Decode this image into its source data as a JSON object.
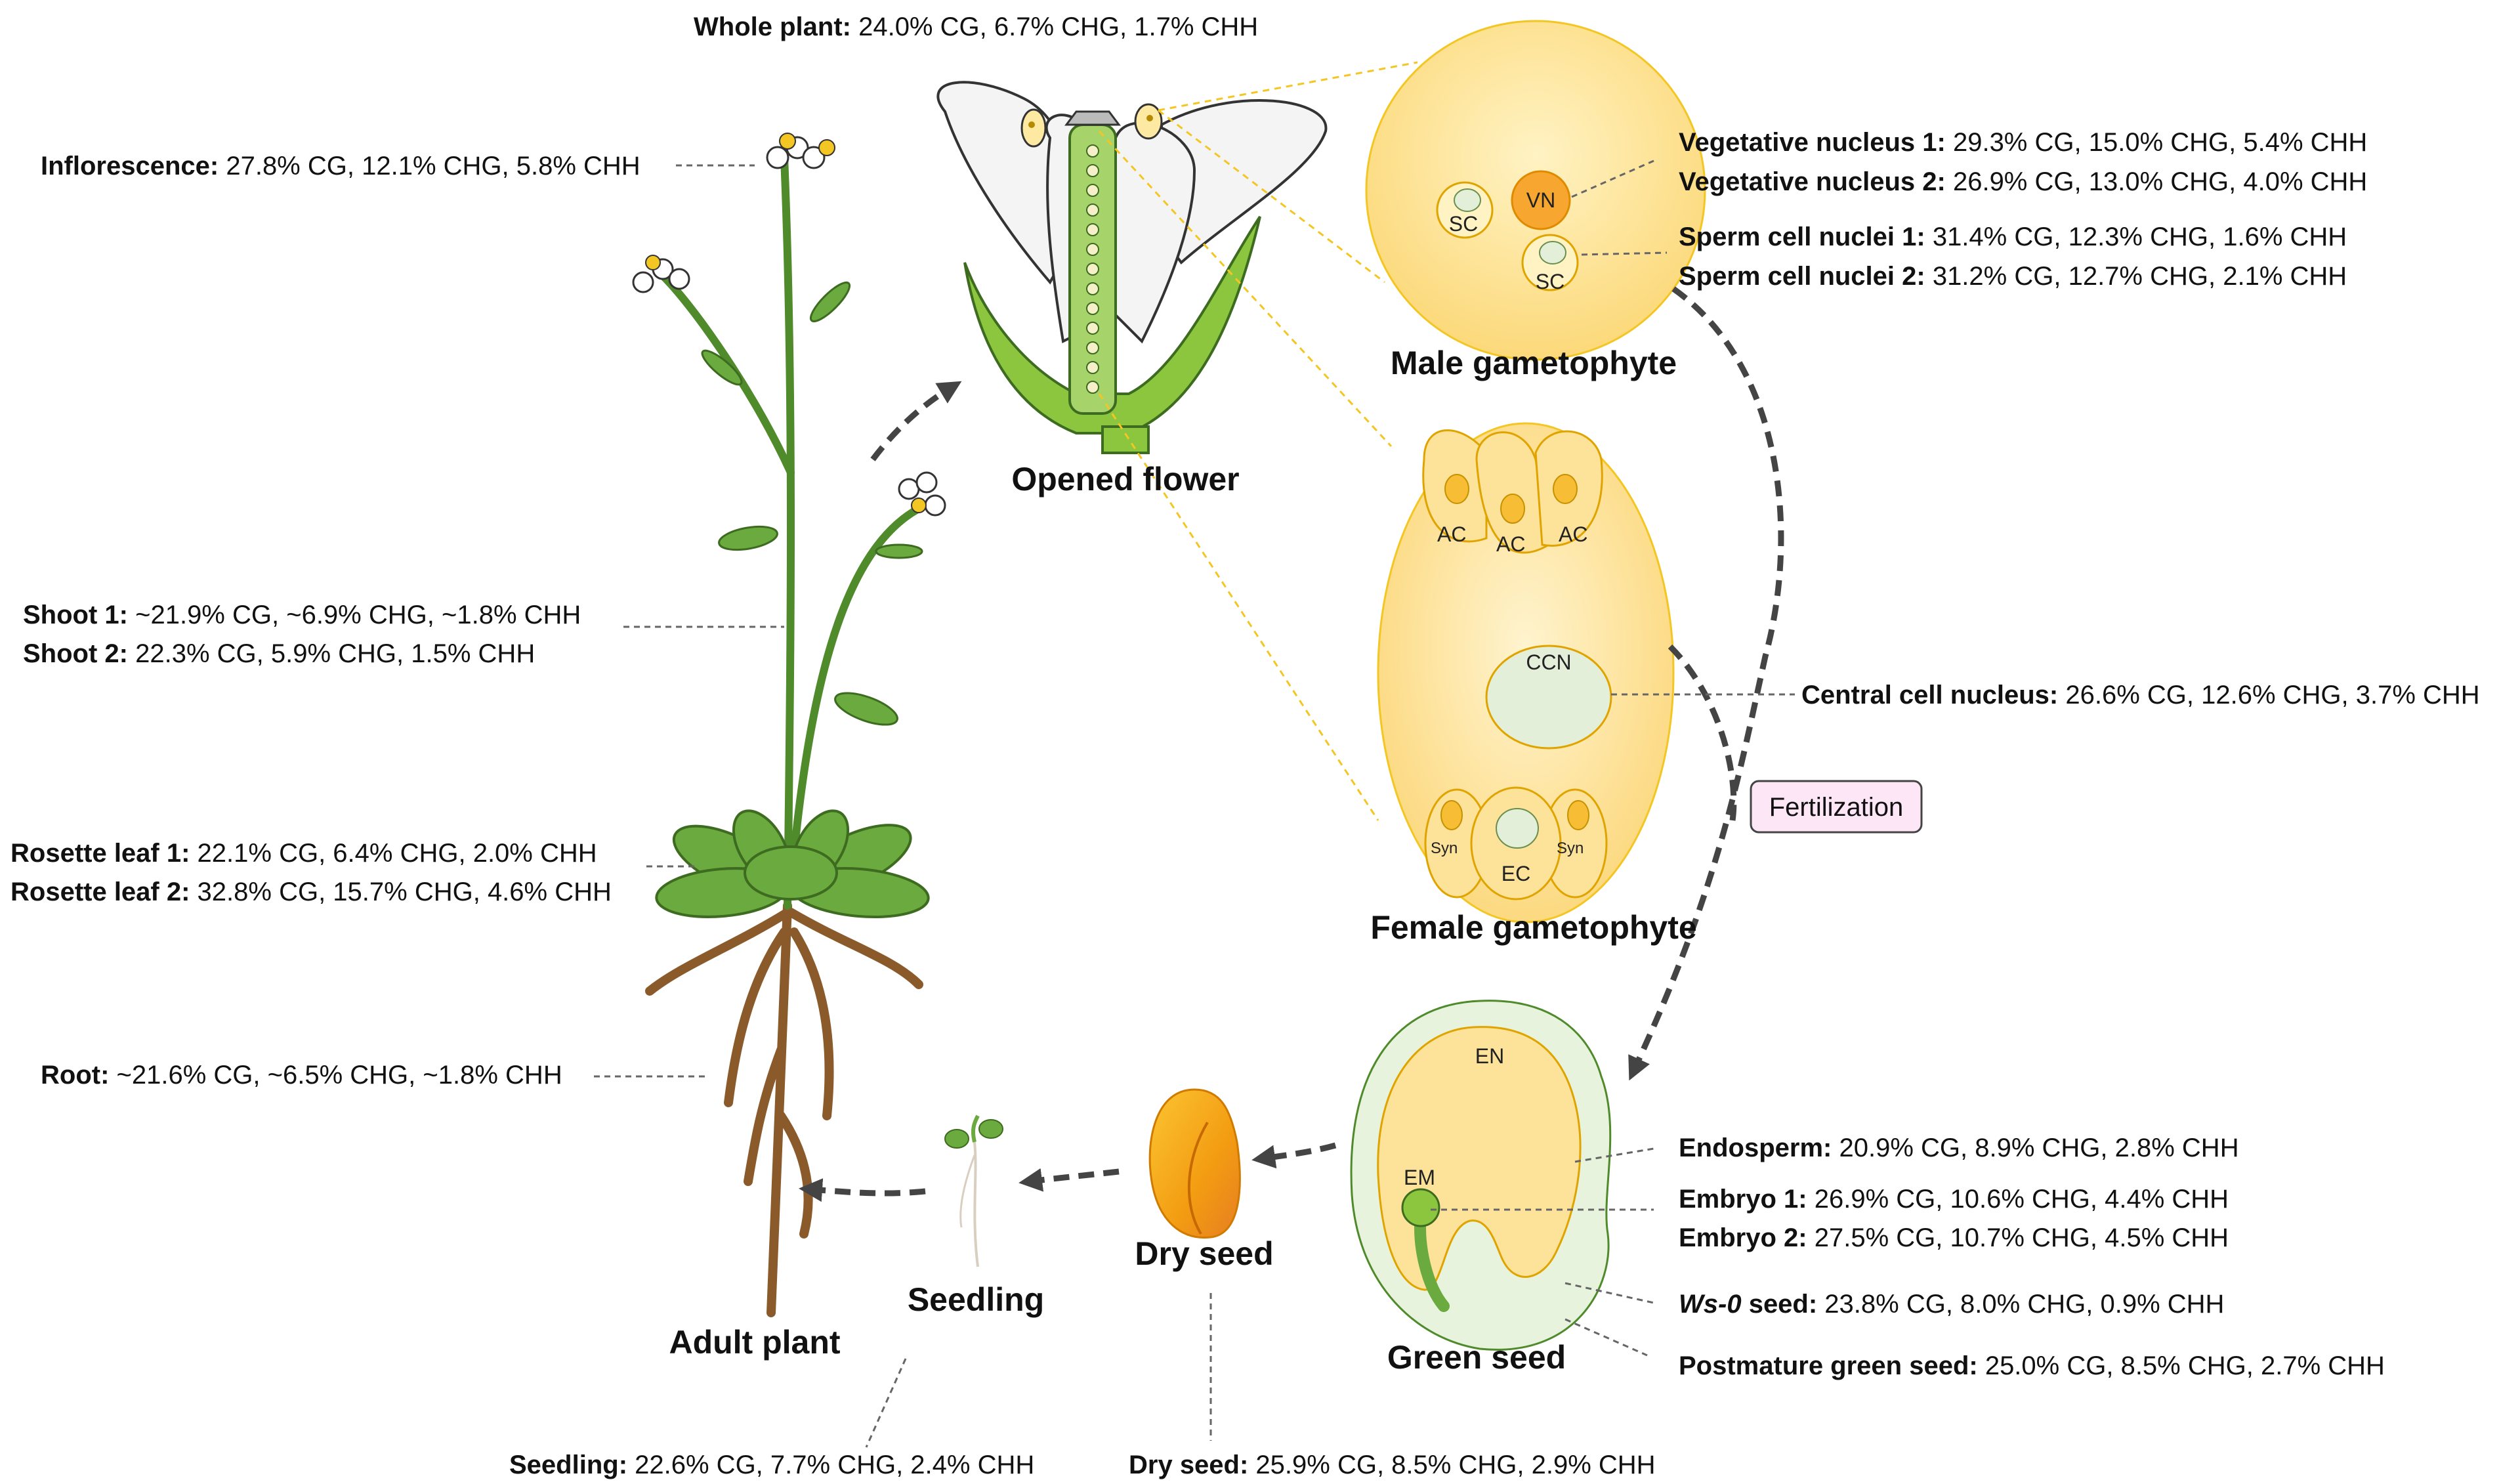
{
  "stages": {
    "opened_flower": "Opened flower",
    "male_gametophyte": "Male gametophyte",
    "female_gametophyte": "Female gametophyte",
    "green_seed": "Green seed",
    "dry_seed": "Dry seed",
    "seedling": "Seedling",
    "adult_plant": "Adult plant"
  },
  "fertilization": "Fertilization",
  "cells": {
    "vn": "VN",
    "sc": "SC",
    "ac": "AC",
    "ccn": "CCN",
    "syn": "Syn",
    "ec": "EC",
    "en": "EN",
    "em": "EM"
  },
  "labels": {
    "whole_plant": {
      "name": "Whole plant:",
      "values": " 24.0% CG, 6.7% CHG, 1.7% CHH"
    },
    "inflorescence": {
      "name": "Inflorescence:",
      "values": " 27.8% CG, 12.1% CHG, 5.8% CHH"
    },
    "shoot1": {
      "name": "Shoot 1:",
      "values": " ~21.9% CG, ~6.9% CHG, ~1.8% CHH"
    },
    "shoot2": {
      "name": "Shoot 2:",
      "values": " 22.3% CG, 5.9% CHG, 1.5% CHH"
    },
    "rosette1": {
      "name": "Rosette leaf 1:",
      "values": " 22.1% CG, 6.4% CHG, 2.0% CHH"
    },
    "rosette2": {
      "name": "Rosette leaf 2:",
      "values": " 32.8% CG, 15.7% CHG, 4.6% CHH"
    },
    "root": {
      "name": "Root:",
      "values": " ~21.6% CG, ~6.5% CHG, ~1.8% CHH"
    },
    "veg1": {
      "name": "Vegetative nucleus 1:",
      "values": " 29.3% CG, 15.0% CHG, 5.4% CHH"
    },
    "veg2": {
      "name": "Vegetative nucleus 2:",
      "values": " 26.9% CG, 13.0% CHG, 4.0% CHH"
    },
    "sperm1": {
      "name": "Sperm cell nuclei 1:",
      "values": " 31.4% CG, 12.3% CHG, 1.6% CHH"
    },
    "sperm2": {
      "name": "Sperm cell nuclei 2:",
      "values": " 31.2% CG, 12.7% CHG, 2.1% CHH"
    },
    "central": {
      "name": "Central cell nucleus:",
      "values": " 26.6% CG, 12.6% CHG, 3.7% CHH"
    },
    "endosperm": {
      "name": "Endosperm:",
      "values": " 20.9% CG, 8.9% CHG, 2.8% CHH"
    },
    "embryo1": {
      "name": "Embryo 1:",
      "values": " 26.9% CG, 10.6% CHG, 4.4% CHH"
    },
    "embryo2": {
      "name": "Embryo 2:",
      "values": " 27.5% CG, 10.7% CHG, 4.5% CHH"
    },
    "ws0": {
      "name": "Ws-0",
      "suffix": " seed:",
      "values": " 23.8% CG, 8.0% CHG, 0.9% CHH"
    },
    "postmature": {
      "name": "Postmature green seed:",
      "values": " 25.0% CG, 8.5% CHG, 2.7% CHH"
    },
    "seedling": {
      "name": "Seedling:",
      "values": " 22.6% CG, 7.7% CHG, 2.4% CHH"
    },
    "dry_seed": {
      "name": "Dry seed:",
      "values": " 25.9% CG, 8.5% CHG, 2.9% CHH"
    }
  },
  "colors": {
    "pale_yellow": "#fde9a2",
    "yellow_border": "#f3c623",
    "nucleus_green": "#e3efd8",
    "plant_green": "#4f8a2b",
    "leaf_green": "#6aaa3e",
    "root_brown": "#8b5a2b",
    "seed_orange": "#f39c12",
    "fertilization_bg": "#fde6f6"
  }
}
